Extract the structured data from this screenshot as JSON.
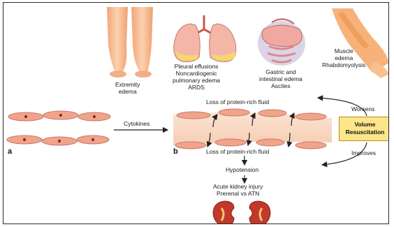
{
  "organs": {
    "extremity": {
      "line1": "Extremity",
      "line2": "edema"
    },
    "lungs": {
      "line1": "Pleural effusions",
      "line2": "Noncardiogenic",
      "line3": "pulmonary edema",
      "line4": "ARDS"
    },
    "gut": {
      "line1": "Gastric and",
      "line2": "intestinal edema",
      "line3": "Ascites"
    },
    "muscle": {
      "line1": "Muscle",
      "line2": "edema",
      "line3": "Rhabdomyolysis"
    }
  },
  "panels": {
    "a": "a",
    "b": "b"
  },
  "flow": {
    "cytokines": "Cytokines",
    "loss_top": "Loss of protein-rich fluid",
    "loss_bottom": "Loss of protein-rich fluid",
    "hypotension": "Hypotension",
    "aki_line1": "Acute kidney injury",
    "aki_line2": "Prerenal vs ATN",
    "worsens": "Worsens",
    "improves": "Improves",
    "volume_line1": "Volume",
    "volume_line2": "Resuscitation"
  },
  "colors": {
    "skin": "#f6b98c",
    "cell": "#f2a48a",
    "nucleus": "#7a2a2a",
    "box_fill": "#fde68a",
    "kidney": "#c0392b"
  }
}
